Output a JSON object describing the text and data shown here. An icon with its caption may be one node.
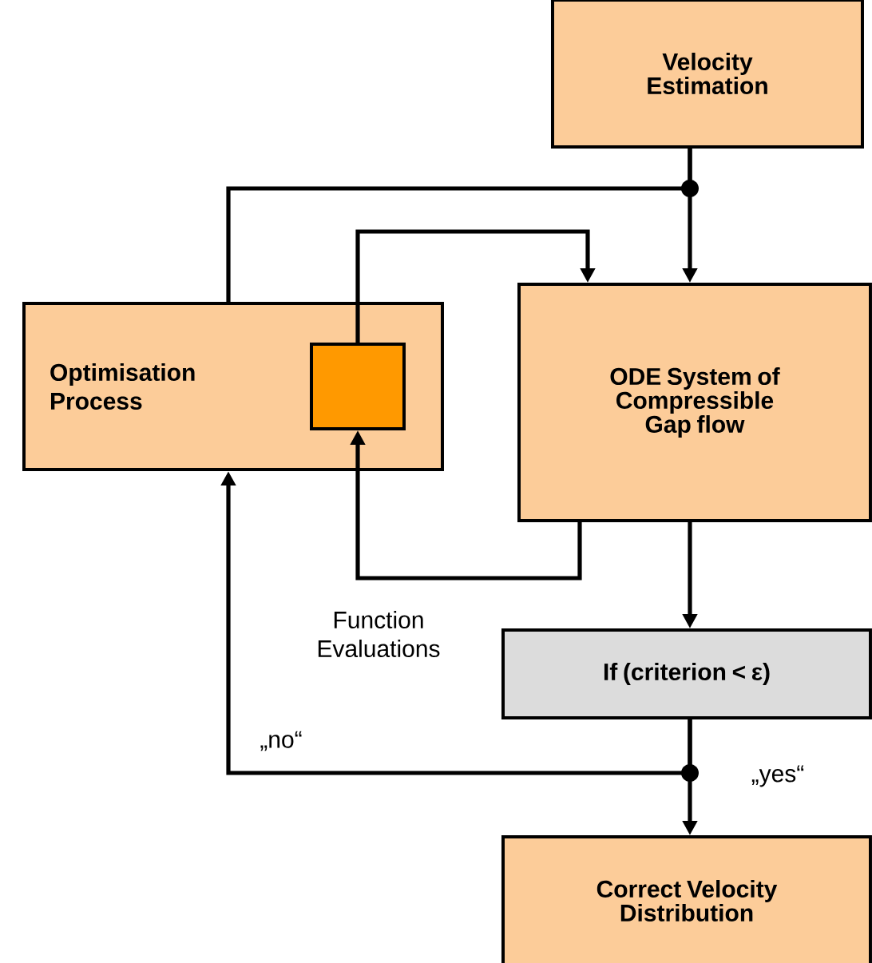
{
  "diagram": {
    "nodes": [
      {
        "text": [
          "Velocity Estimation"
        ]
      },
      {
        "text": [
          "Optimisation Process"
        ]
      },
      {
        "text": [],
        "shape": "box",
        "in": 1
      },
      {
        "text": [
          "ODE System of Compressible Gap flow"
        ]
      },
      {
        "text": [
          "If (criterion < ε)"
        ]
      },
      {
        "text": [
          "Correct Velocity Distribution"
        ]
      }
    ],
    "edges": [
      {
        "from": 0,
        "to": 3,
        "arrow": "to"
      },
      {
        "from": 0,
        "to": 1,
        "arrow": "none"
      },
      {
        "from": 2,
        "to": 3,
        "arrow": "to"
      },
      {
        "from": 3,
        "to": 2,
        "arrow": "to",
        "label": "Function Evaluations"
      },
      {
        "from": 3,
        "to": 4,
        "arrow": "to"
      },
      {
        "from": 4,
        "to": 5,
        "arrow": "to",
        "label": "„yes“"
      },
      {
        "from": 4,
        "to": 1,
        "arrow": "to",
        "label": "„no“"
      }
    ]
  }
}
